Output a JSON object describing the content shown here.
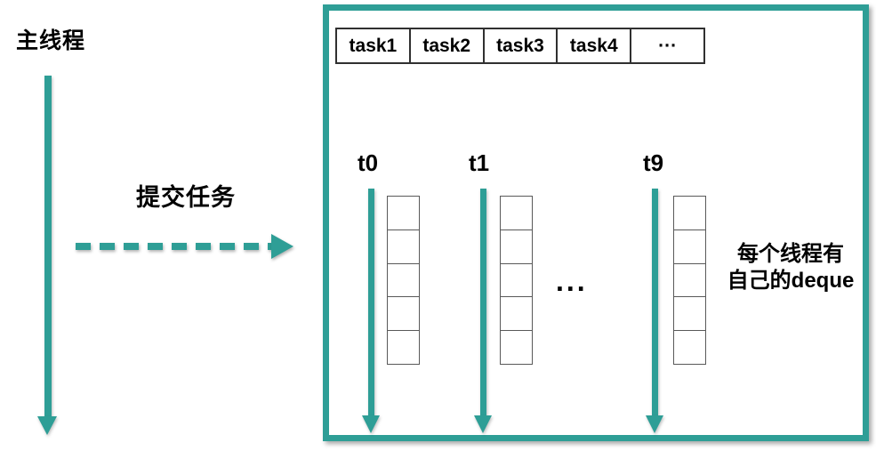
{
  "colors": {
    "accent_teal": "#2E9E96",
    "queue_border": "#303030",
    "deque_border": "#595959",
    "text": "#000000",
    "background": "#FFFFFF"
  },
  "left_panel": {
    "main_thread_label": "主线程",
    "submit_task_label": "提交任务"
  },
  "pool_box": {
    "task_queue_cells": [
      "task1",
      "task2",
      "task3",
      "task4",
      "···"
    ],
    "threads": [
      {
        "label": "t0"
      },
      {
        "label": "t1"
      },
      {
        "label": "t9"
      }
    ],
    "threads_ellipsis": "...",
    "deque_cells_per_thread": 5,
    "deque_note_line1": "每个线程有",
    "deque_note_line2": "自己的deque"
  }
}
